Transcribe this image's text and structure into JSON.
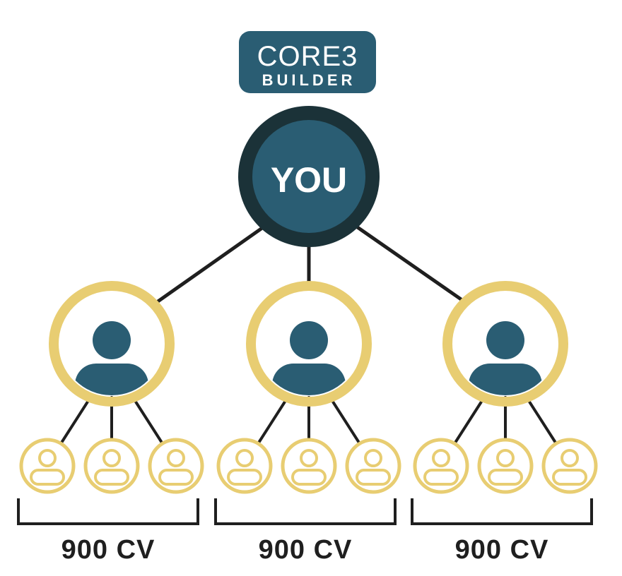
{
  "logo": {
    "line1": "CORE3",
    "line2": "BUILDER"
  },
  "root": {
    "label": "YOU"
  },
  "branches": [
    {
      "cv_label": "900 CV",
      "members": 3
    },
    {
      "cv_label": "900 CV",
      "members": 3
    },
    {
      "cv_label": "900 CV",
      "members": 3
    }
  ],
  "colors": {
    "teal": "#2a5d73",
    "dark_ring": "#1b3238",
    "gold": "#e8cd72",
    "line": "#1f1f1f",
    "text": "#1f1f1f",
    "white": "#ffffff"
  }
}
